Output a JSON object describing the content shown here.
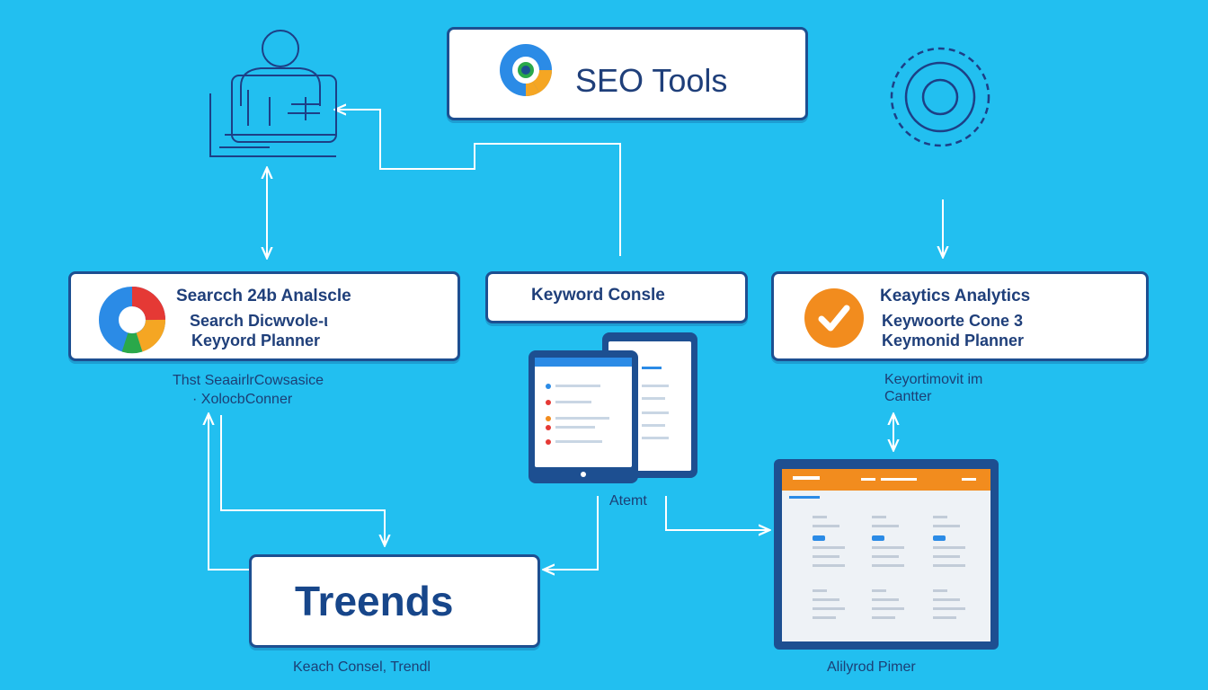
{
  "title_box": {
    "label": "SEO Tools",
    "icon": "google-chrome-like-icon"
  },
  "left_box": {
    "line1": "Searcch 24b Analscle",
    "line2": "Search Dicwvole-ι",
    "line3": "Keyyord Planner",
    "icon": "google-ring-icon"
  },
  "mid_box": {
    "label": "Keyword Consle"
  },
  "right_box": {
    "line1": "Keaytics Analytics",
    "line2": "Keywoorte Cone 3",
    "line3": "Keymonid Planner",
    "icon": "orange-check-icon"
  },
  "trends_box": {
    "label": "Treends"
  },
  "captions": {
    "left_1": "Thst Seaairlr­Cowsasice",
    "left_2": "· XolocbConner",
    "right_1": "Keyortimovit im",
    "right_2": "Cantter",
    "device_label": "Atemt",
    "bottom_left": "Keach Consel, Trendl",
    "bottom_right": "Alilyrod Pimer"
  },
  "colors": {
    "background": "#22bff0",
    "box_border": "#1d4f91",
    "text": "#1f3f7a",
    "accent_orange": "#f28c1e",
    "accent_blue": "#2b8be6",
    "line": "#ffffff",
    "icon_stroke": "#1d3f86"
  }
}
